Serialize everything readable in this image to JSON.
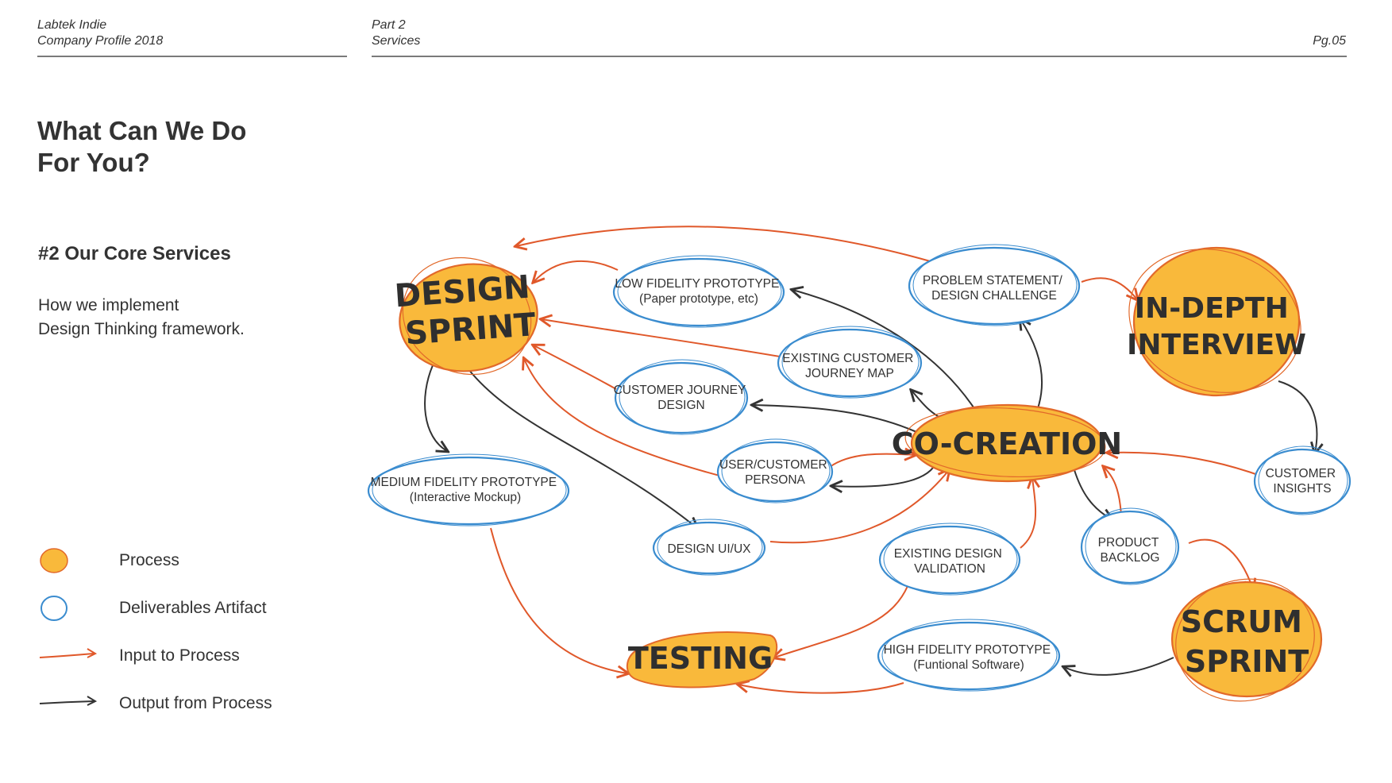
{
  "header": {
    "company": "Labtek Indie",
    "doc": "Company Profile 2018",
    "part": "Part 2",
    "section": "Services",
    "page": "Pg.05"
  },
  "page_title": [
    "What Can We Do",
    "For You?"
  ],
  "section_title": "#2 Our Core Services",
  "section_desc": [
    "How we implement",
    "Design Thinking framework."
  ],
  "legend": {
    "process": "Process",
    "artifact": "Deliverables Artifact",
    "input": "Input to Process",
    "output": "Output from Process"
  },
  "colors": {
    "process_fill": "#f9b93b",
    "process_stroke": "#e2692a",
    "artifact_stroke": "#3a8ccf",
    "input_arrow": "#e0582a",
    "output_arrow": "#333333"
  },
  "processes": {
    "design_sprint": [
      "DESIGN",
      "SPRINT"
    ],
    "in_depth_interview": [
      "IN-DEPTH",
      "INTERVIEW"
    ],
    "co_creation": [
      "CO-CREATION"
    ],
    "testing": [
      "TESTING"
    ],
    "scrum_sprint": [
      "SCRUM",
      "SPRINT"
    ]
  },
  "artifacts": {
    "low_fidelity": [
      "LOW FIDELITY PROTOTYPE",
      "(Paper prototype, etc)"
    ],
    "problem_statement": [
      "PROBLEM STATEMENT/",
      "DESIGN CHALLENGE"
    ],
    "existing_journey_map": [
      "EXISTING CUSTOMER",
      "JOURNEY MAP"
    ],
    "journey_design": [
      "CUSTOMER JOURNEY",
      "DESIGN"
    ],
    "persona": [
      "USER/CUSTOMER",
      "PERSONA"
    ],
    "medium_fidelity": [
      "MEDIUM FIDELITY PROTOTYPE",
      "(Interactive Mockup)"
    ],
    "design_uiux": [
      "DESIGN UI/UX"
    ],
    "design_validation": [
      "EXISTING DESIGN",
      "VALIDATION"
    ],
    "product_backlog": [
      "PRODUCT",
      "BACKLOG"
    ],
    "customer_insights": [
      "CUSTOMER",
      "INSIGHTS"
    ],
    "high_fidelity": [
      "HIGH FIDELITY PROTOTYPE",
      "(Funtional Software)"
    ]
  }
}
